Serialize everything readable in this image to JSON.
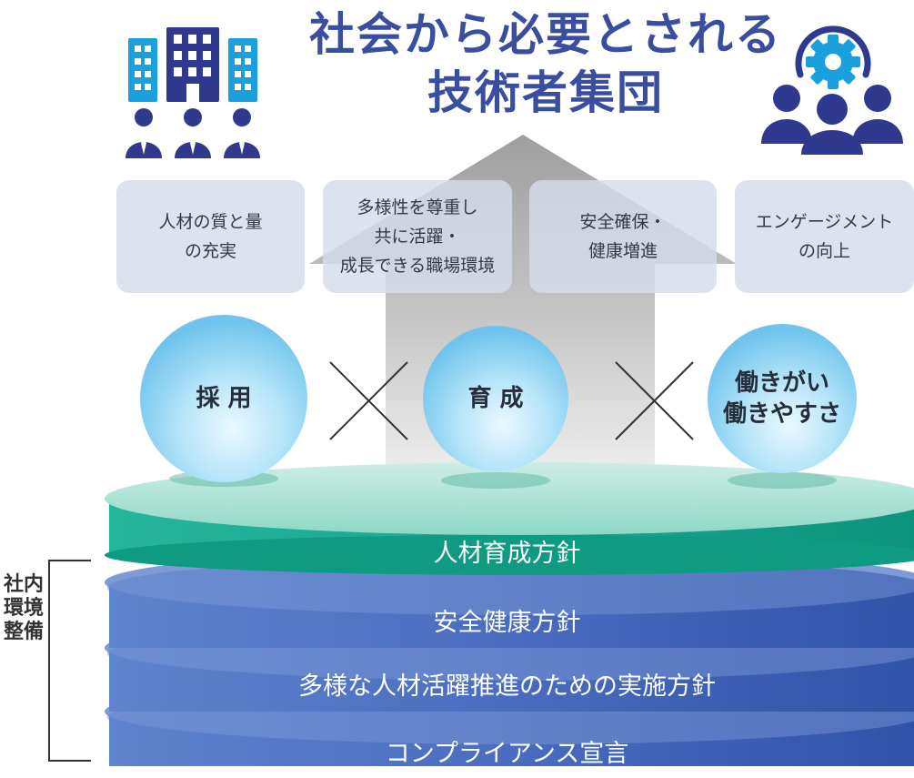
{
  "title": {
    "line1": "社会から必要とされる",
    "line2": "技術者集団"
  },
  "icons": {
    "left": "office-building-people-icon",
    "right": "team-gear-icon"
  },
  "cards": [
    {
      "text": "人材の質と量\nの充実"
    },
    {
      "text": "多様性を尊重し\n共に活躍・\n成長できる職場環境"
    },
    {
      "text": "安全確保・\n健康増進"
    },
    {
      "text": "エンゲージメント\nの向上"
    }
  ],
  "circles": [
    {
      "text": "採 用"
    },
    {
      "text": "育 成"
    },
    {
      "text": "働きがい\n働きやすさ"
    }
  ],
  "layers": [
    {
      "text": "人材育成方針"
    },
    {
      "text": "安全健康方針"
    },
    {
      "text": "多様な人材活躍推進のための実施方針"
    },
    {
      "text": "コンプライアンス宣言"
    }
  ],
  "side_label": "社内環境整備",
  "colors": {
    "title": "#3a4e9f",
    "icon_blue": "#1aa0dc",
    "icon_navy": "#2f3a8f",
    "top_layer": "#16a88f",
    "layer_blue": "#4a6cc0",
    "layer_rim": "#7896d2",
    "circle_light": "#c9ecfb",
    "circle_mid": "#7cc9ee",
    "arrow": "#b7b7b7",
    "card_bg": "#d6ddea"
  }
}
